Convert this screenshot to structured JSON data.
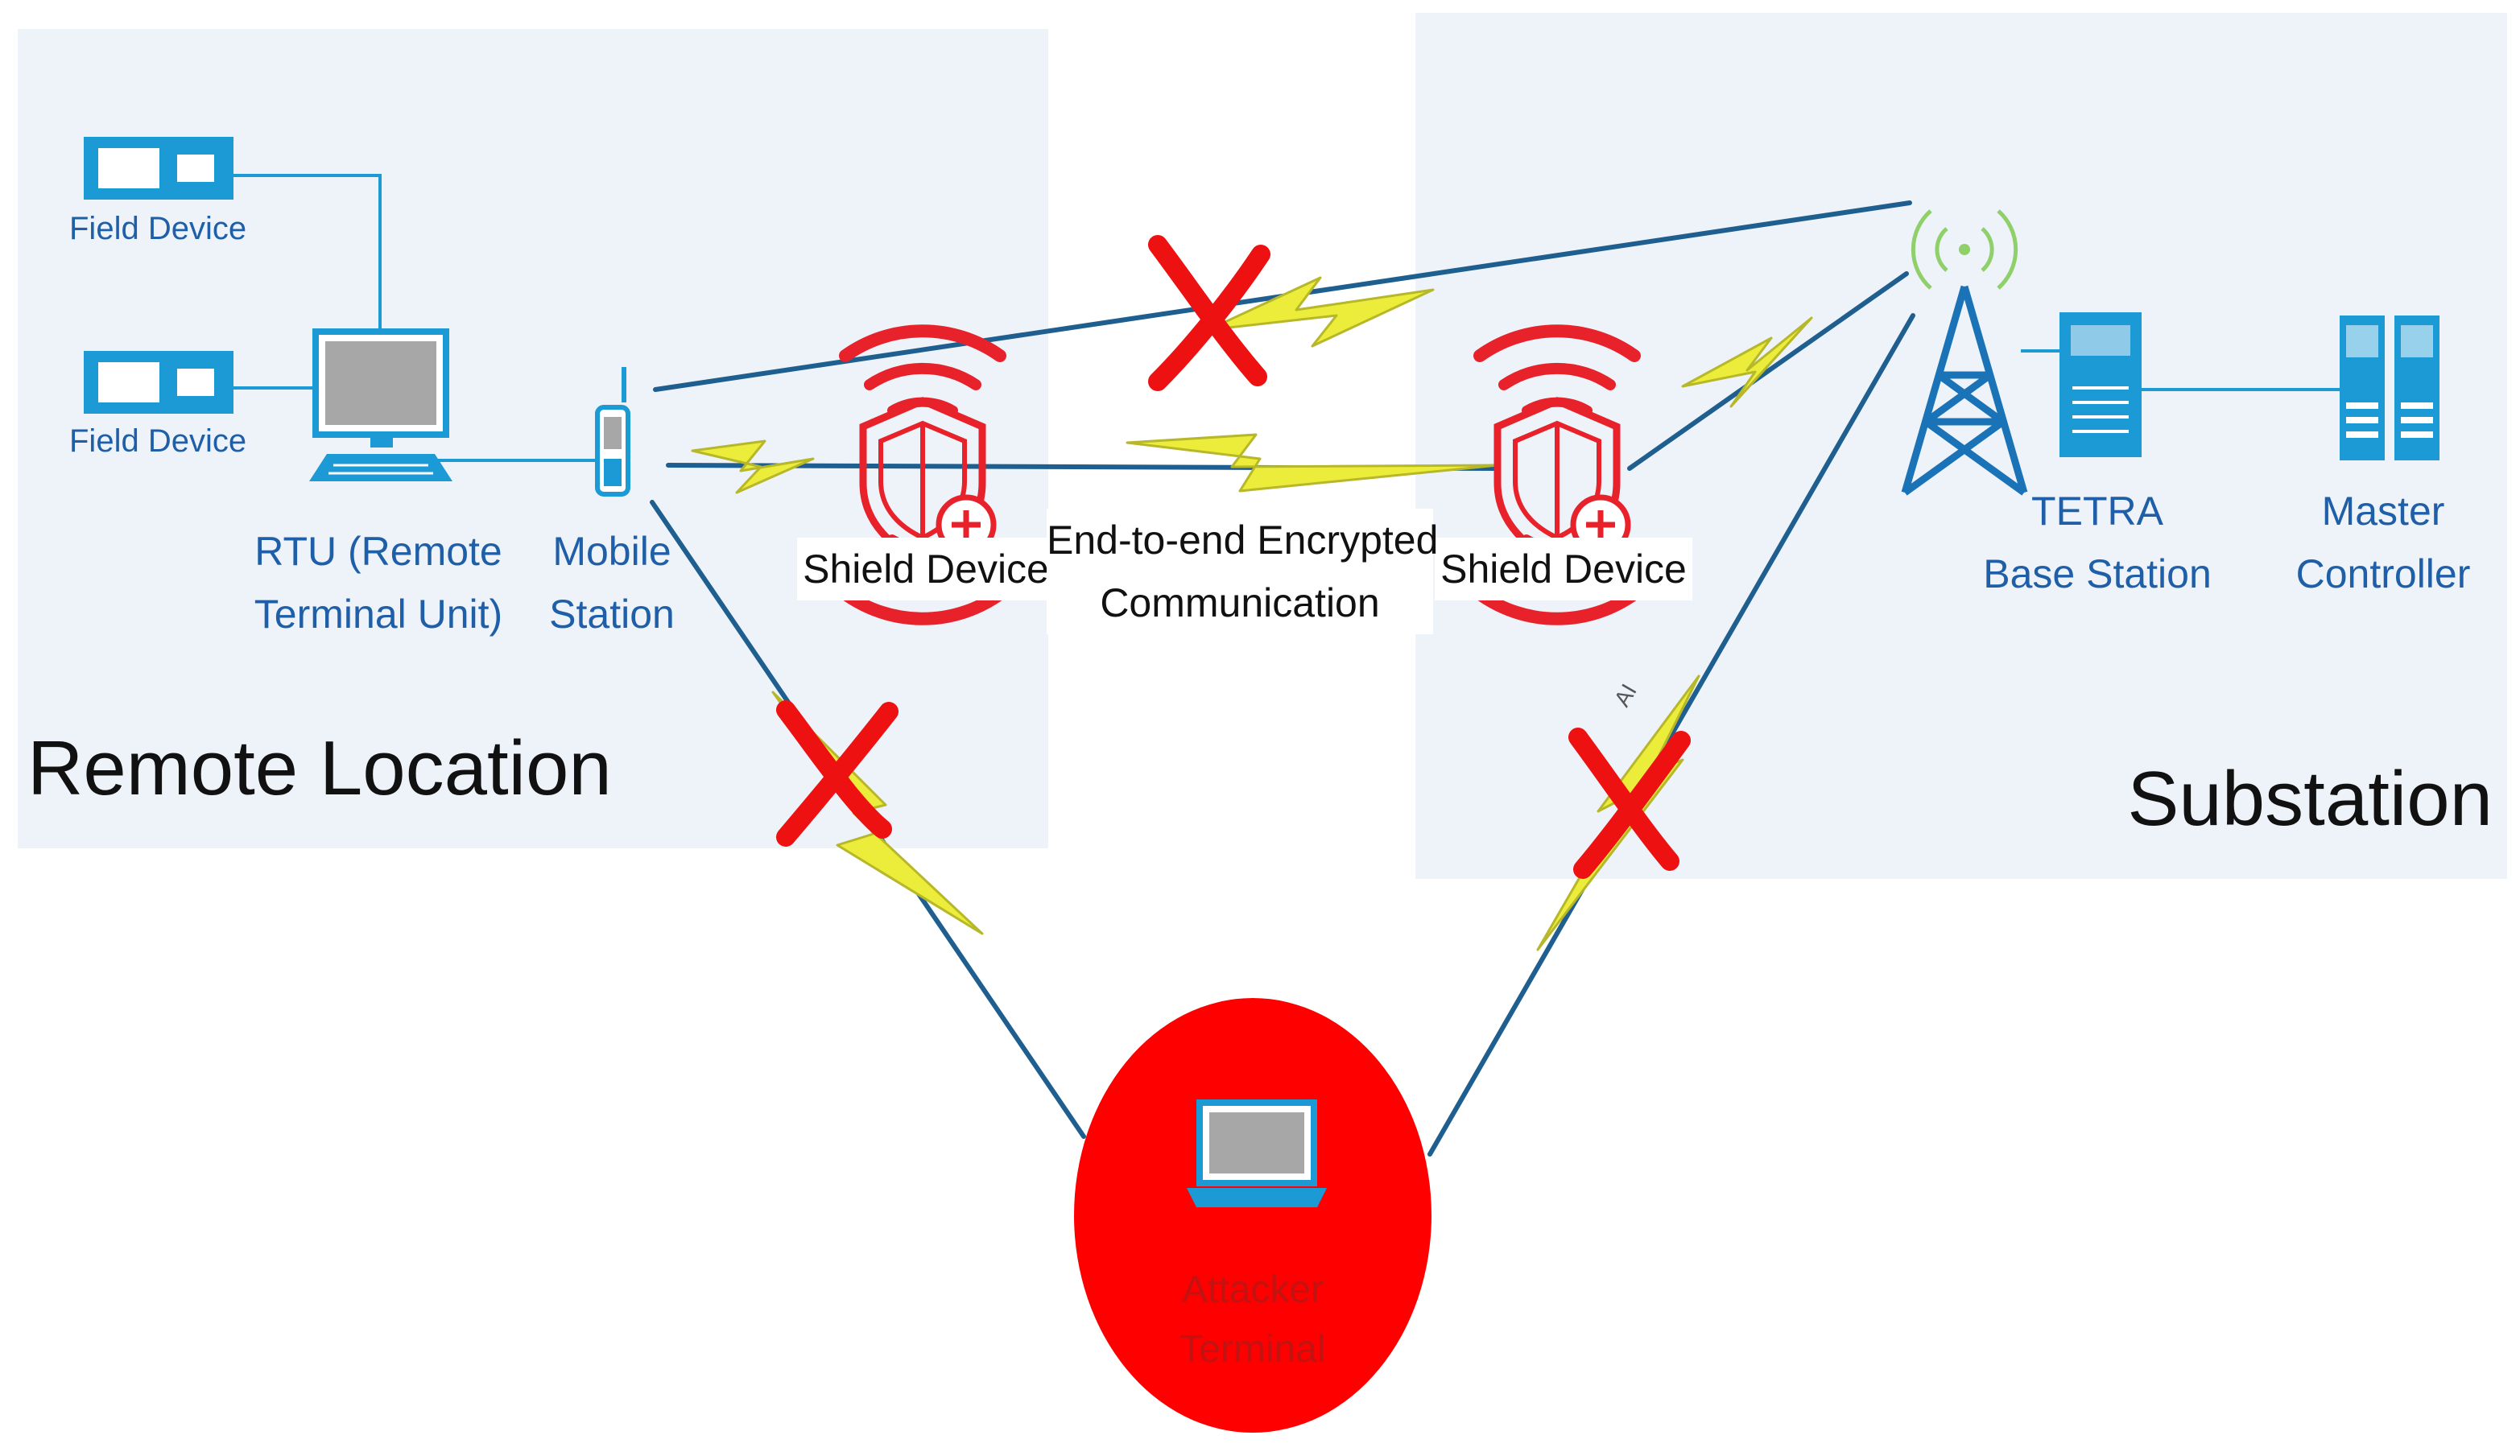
{
  "regions": {
    "remote": "Remote Location",
    "substation": "Substation"
  },
  "labels": {
    "field_device_1": "Field Device",
    "field_device_2": "Field Device",
    "rtu_line1": "RTU (Remote",
    "rtu_line2": "Terminal Unit)",
    "mobile_line1": "Mobile",
    "mobile_line2": "Station",
    "shield_left": "Shield Device",
    "shield_right": "Shield Device",
    "encrypted_line1": "End-to-end Encrypted",
    "encrypted_line2": "Communication",
    "tetra_line1": "TETRA",
    "tetra_line2": "Base Station",
    "master_line1": "Master",
    "master_line2": "Controller",
    "attacker_line1": "Attacker",
    "attacker_line2": "Terminal",
    "ai_mark": "AI"
  },
  "icons": {
    "field_device": "field-device-icon",
    "rtu": "computer-icon",
    "mobile": "radio-handset-icon",
    "shield": "shield-plus-icon",
    "tower": "antenna-tower-icon",
    "server": "server-icon",
    "controller": "server-rack-icon",
    "attacker": "laptop-icon",
    "blocked": "red-x-icon"
  },
  "colors": {
    "panel": "#eef3fa",
    "device_blue": "#1b9ad6",
    "line_blue": "#1f5f8f",
    "lightning": "#ecec3a",
    "shield_red": "#e8222a",
    "attacker_red": "#ff0000",
    "signal_green": "#8fd06a"
  }
}
